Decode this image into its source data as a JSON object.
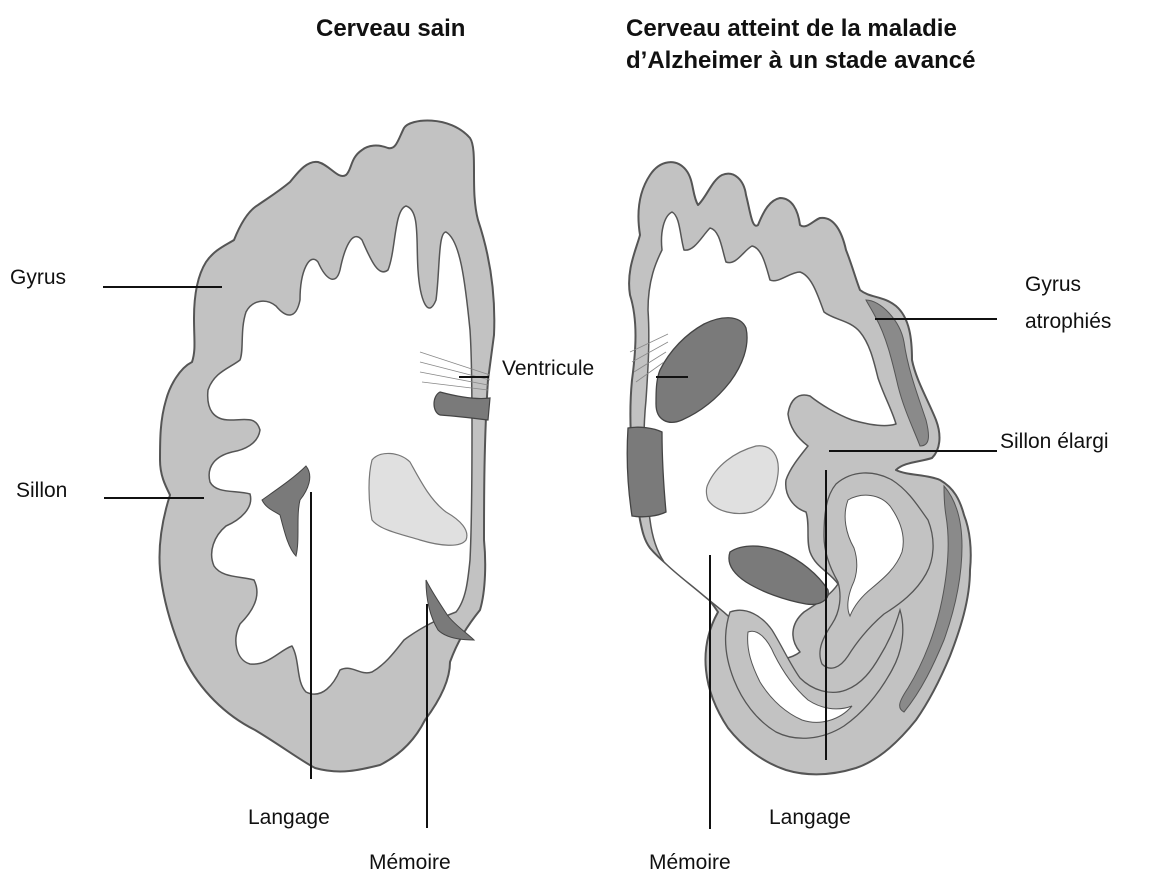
{
  "titles": {
    "healthy": "Cerveau sain",
    "alzheimer_line1": "Cerveau atteint de la maladie",
    "alzheimer_line2": "d’Alzheimer à un stade avancé"
  },
  "labels": {
    "gyrus": "Gyrus",
    "sillon": "Sillon",
    "ventricule": "Ventricule",
    "langage_left": "Langage",
    "memoire_left": "Mémoire",
    "gyrus_atrophies_line1": "Gyrus",
    "gyrus_atrophies_line2": "atrophiés",
    "sillon_elargi": "Sillon élargi",
    "langage_right": "Langage",
    "memoire_right": "Mémoire"
  },
  "colors": {
    "cortex": "#c2c2c2",
    "cortex_atrophied_dark": "#7d7d7d",
    "ventricle": "#7a7a7a",
    "deep_nucleus": "#e0e0e0",
    "outline": "#555555",
    "white_matter": "#ffffff"
  }
}
